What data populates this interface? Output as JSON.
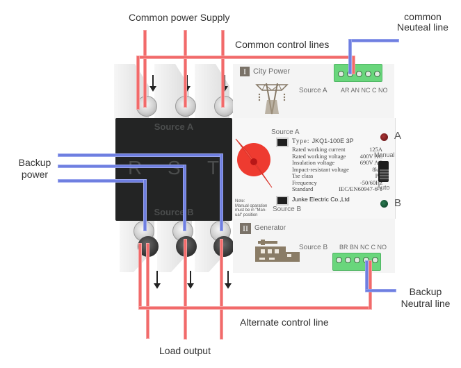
{
  "labels": {
    "common_power_supply": "Common power Supply",
    "common_neutral_line": [
      "common",
      "Neuteal line"
    ],
    "common_control_lines": "Common control lines",
    "backup_power": [
      "Backup",
      "power"
    ],
    "backup_neutral_line": [
      "Backup",
      "Neutral line"
    ],
    "alternate_control_line": "Alternate control line",
    "load_output": "Load output"
  },
  "device": {
    "black_cover": {
      "top_label": "Source A",
      "bottom_label": "Source B",
      "phases": [
        "R",
        "S",
        "T"
      ]
    },
    "source_a_panel": {
      "badge": "I",
      "title": "City Power",
      "source_label": "Source A",
      "terminal_labels": "AR AN NC C NO",
      "icon": "power-tower-icon"
    },
    "source_b_panel": {
      "badge": "II",
      "title": "Generator",
      "source_label": "Source B",
      "terminal_labels": "BR BN NC C NO",
      "icon": "generator-icon"
    },
    "front": {
      "source_a_indicator_label": "Source A",
      "source_b_indicator_label": "Source B",
      "note": [
        "Note:",
        "Manual oparation",
        "must be in \"Man-",
        "ual\" position"
      ],
      "type_label": "Type:",
      "type_value": "JKQ1-100E 3P",
      "specs": [
        {
          "name": "Rated working current",
          "value": "125A"
        },
        {
          "name": "Rated working voltage",
          "value": "400V AC"
        },
        {
          "name": "Insulation voltage",
          "value": "690V AC"
        },
        {
          "name": "Impact-resistant voltage",
          "value": "8kV"
        },
        {
          "name": "Tse class",
          "value": "PC"
        },
        {
          "name": "Frequency",
          "value": "-50/60Hz"
        },
        {
          "name": "Standard",
          "value": "IEC/EN60947-6-1"
        }
      ],
      "manufacturer": "Junke Electric Co.,Ltd",
      "led_a_label": "A",
      "led_b_label": "B",
      "switch_top_label": "Manual",
      "switch_bottom_label": "Auto"
    }
  },
  "colors": {
    "live_wire": "#f26a6a",
    "neutral_wire": "#6f7fe0",
    "terminal_block": "#69d67c",
    "knob": "#f2403a",
    "led_a": "#6b1a1f",
    "led_b": "#0f5a35"
  }
}
